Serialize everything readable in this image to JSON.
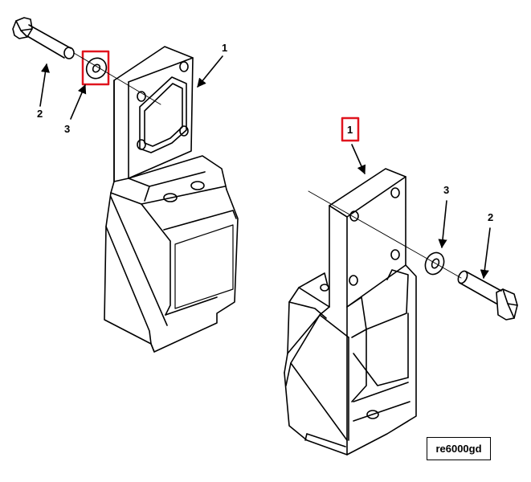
{
  "callouts": {
    "left_bracket": "1",
    "left_bolt": "2",
    "left_washer": "3",
    "right_bracket": "1",
    "right_washer": "3",
    "right_bolt": "2"
  },
  "drawing_code": "re6000gd",
  "highlight_color": "#e0141e",
  "line_color": "#000000"
}
